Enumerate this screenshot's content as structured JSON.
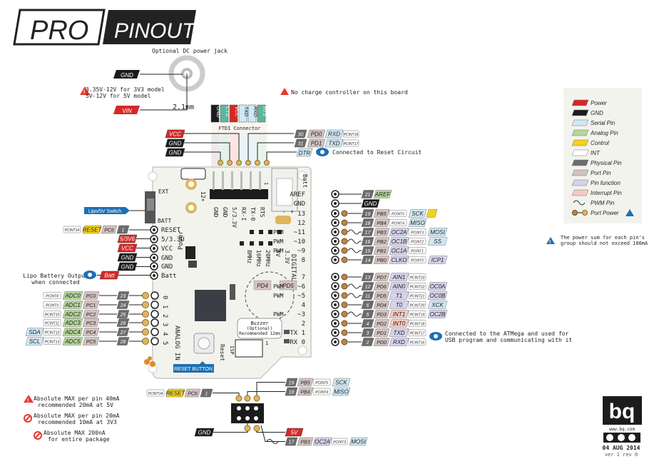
{
  "title": {
    "pro": "PRO",
    "pinout": "PINOUT"
  },
  "dc_jack": {
    "title": "Optional DC power jack",
    "gnd": "GND",
    "vin": "VIN",
    "size": "2.1mm",
    "voltage_line1": "3.35V-12V for 3V3 model",
    "voltage_line2": "5V-12V for  5V model"
  },
  "warning_charge": "No charge controller on this board",
  "ftdi": {
    "title": "FTDI Connector",
    "pins": [
      "GND",
      "CTS",
      "VCC",
      "TXD",
      "RXD",
      "RTS"
    ],
    "left_tags": [
      "VCC",
      "GND",
      "GND"
    ],
    "right_rows": [
      {
        "num": "30",
        "port": "PD0",
        "fn": "RXD",
        "int": "PCINT16"
      },
      {
        "num": "31",
        "port": "PD1",
        "fn": "TXD",
        "int": "PCINT17"
      }
    ],
    "dtr": "DTR",
    "dtr_note": "Connected to Reset Circuit"
  },
  "board": {
    "ftdi_labels": [
      "GND",
      "GND",
      "5/3.3V",
      "RX-I",
      "TX-0",
      "RTS"
    ],
    "ext": "EXT",
    "batt_sw": "BATT",
    "batt_conn": "Batt",
    "left_labels": [
      "RESET",
      "5/3.3U",
      "VCC",
      "GND",
      "GND",
      "Batt"
    ],
    "power": "Power",
    "analog_nums": [
      "0",
      "1",
      "2",
      "3",
      "4",
      "5"
    ],
    "analog_in": "ANALOG IN",
    "right_labels": [
      "AREF",
      "GND",
      "13",
      "12",
      "~11",
      "~10",
      "~9",
      "8",
      "7",
      "~6",
      "~5",
      "4",
      "~3",
      "2",
      "TX 1",
      "RX 0"
    ],
    "pwm": "PWM",
    "digital": "DIGITAL",
    "freq": [
      "8MHz",
      "16MHz",
      "20MHz"
    ],
    "volt": [
      "5V",
      "3.3V"
    ],
    "pd4": "PD4",
    "pd5": "PD5",
    "buzzer": [
      "Buzzer",
      "(Optional)",
      "Recommended 12mm"
    ],
    "reset": "Reset",
    "isp": "ISP",
    "isp_pin1": "1",
    "ftdi_mark": "1"
  },
  "left_side": {
    "lipo_switch": "Lipo/5V Switch",
    "reset_row": {
      "int": "PCINT14",
      "fn": "RESET",
      "port": "PC6",
      "num": "1"
    },
    "power_tags": [
      "5/3V6",
      "VCC",
      "GND",
      "GND"
    ],
    "lipo_output": [
      "Lipo Battery Output",
      "when connected"
    ],
    "batt": "Batt",
    "analog_rows": [
      {
        "extra": "",
        "int": "PCINT8",
        "adc": "ADC0",
        "port": "PC0",
        "num": "23"
      },
      {
        "extra": "",
        "int": "PCINT9",
        "adc": "ADC1",
        "port": "PC1",
        "num": "24"
      },
      {
        "extra": "",
        "int": "PCINT10",
        "adc": "ADC2",
        "port": "PC2",
        "num": "25"
      },
      {
        "extra": "",
        "int": "PCINT11",
        "adc": "ADC3",
        "port": "PC3",
        "num": "26"
      },
      {
        "extra": "SDA",
        "int": "PCINT12",
        "adc": "ADC4",
        "port": "PC4",
        "num": "27"
      },
      {
        "extra": "SCL",
        "int": "PCINT13",
        "adc": "ADC5",
        "port": "PC5",
        "num": "28"
      }
    ],
    "reset_button": "RESET BUTTON"
  },
  "right_side": {
    "aref_num": "21",
    "aref": "AREF",
    "gnd": "GND",
    "rows": [
      {
        "num": "19",
        "port": "PB5",
        "int": "PCINT5",
        "fn": "SCK",
        "fn2": "",
        "pwm": false
      },
      {
        "num": "18",
        "port": "PB4",
        "int": "PCINT4",
        "fn": "MISO",
        "fn2": "",
        "pwm": false
      },
      {
        "num": "17",
        "port": "PB3",
        "int": "",
        "fn": "OC2A",
        "fn2": "PCINT3",
        "fn3": "MOSI",
        "pwm": true
      },
      {
        "num": "16",
        "port": "PB2",
        "int": "",
        "fn": "OC1B",
        "fn2": "PCINT2",
        "fn3": "SS",
        "pwm": true
      },
      {
        "num": "15",
        "port": "PB1",
        "int": "",
        "fn": "OC1A",
        "fn2": "PCINT1",
        "fn3": "",
        "pwm": true
      },
      {
        "num": "14",
        "port": "PB0",
        "int": "",
        "fn": "CLKO",
        "fn2": "PCINT0",
        "fn3": "ICP1",
        "pwm": false
      },
      {
        "num": "13",
        "port": "PD7",
        "int": "",
        "fn": "AIN1",
        "fn2": "PCINT23",
        "fn3": "",
        "pwm": false
      },
      {
        "num": "12",
        "port": "PD6",
        "int": "",
        "fn": "AIN0",
        "fn2": "PCINT22",
        "fn3": "OC0A",
        "pwm": true
      },
      {
        "num": "11",
        "port": "PD5",
        "int": "",
        "fn": "T1",
        "fn2": "PCINT21",
        "fn3": "OC0B",
        "pwm": true
      },
      {
        "num": "6",
        "port": "PD4",
        "int": "",
        "fn": "T0",
        "fn2": "PCINT20",
        "fn3": "XCK",
        "pwm": false
      },
      {
        "num": "5",
        "port": "PD3",
        "int": "",
        "fn": "INT1",
        "fn2": "PCINT19",
        "fn3": "OC2B",
        "pwm": true
      },
      {
        "num": "4",
        "port": "PD2",
        "int": "",
        "fn": "INT0",
        "fn2": "PCINT18",
        "fn3": "",
        "pwm": false
      },
      {
        "num": "3",
        "port": "PD1",
        "int": "",
        "fn": "TXD",
        "fn2": "PCINT17",
        "fn3": "",
        "pwm": false
      },
      {
        "num": "2",
        "port": "PD0",
        "int": "",
        "fn": "RXD",
        "fn2": "PCINT16",
        "fn3": "",
        "pwm": false
      }
    ],
    "usb_note": [
      "Connected to the ATMega and used for",
      "USB program and communicating with it"
    ]
  },
  "legend": {
    "items": [
      "Power",
      "GND",
      "Serial Pin",
      "Analog Pin",
      "Control",
      "INT",
      "Physical Pin",
      "Port Pin",
      "Pin function",
      "Interrupt Pin",
      "PWM Pin",
      "Port Power"
    ],
    "note": [
      "The power sum for each pin's",
      "group should not exceed 100mA"
    ]
  },
  "isp_section": {
    "top": [
      {
        "num": "19",
        "port": "PB5",
        "int": "PCINT5",
        "fn": "SCK"
      },
      {
        "num": "18",
        "port": "PB4",
        "int": "PCINT4",
        "fn": "MISO"
      }
    ],
    "reset": {
      "int": "PCINT14",
      "fn": "RESET",
      "port": "PC6",
      "num": "1"
    },
    "gnd": "GND",
    "v5": "5V",
    "mosi": {
      "num": "17",
      "port": "PB3",
      "fn": "OC2A",
      "int": "PCINT3",
      "fn2": "MOSI"
    }
  },
  "limits": [
    [
      "Absolute MAX per pin 40mA",
      "recommended 20mA at 5V"
    ],
    [
      "Absolute MAX per pin 20mA",
      "recommended 10mA at 3V3"
    ],
    [
      "Absolute MAX 200nA",
      "for entire package"
    ]
  ],
  "brand": {
    "logo": "bq",
    "url": "www.bq.com",
    "date": "04 AUG 2014",
    "version": "ver 1 rev 0"
  },
  "colors": {
    "power": "#d62828",
    "gnd": "#1c1c1c",
    "serial": "#cfe8f5",
    "analog": "#b5d69a",
    "control": "#f3d21c",
    "phys": "#6c6c6c",
    "port": "#d3c2c0",
    "fn": "#d6d3ee",
    "int_pin": "#f6c9c2",
    "board": "#f3f3ee",
    "accent": "#1f6fb3",
    "warn": "#e8382e"
  }
}
